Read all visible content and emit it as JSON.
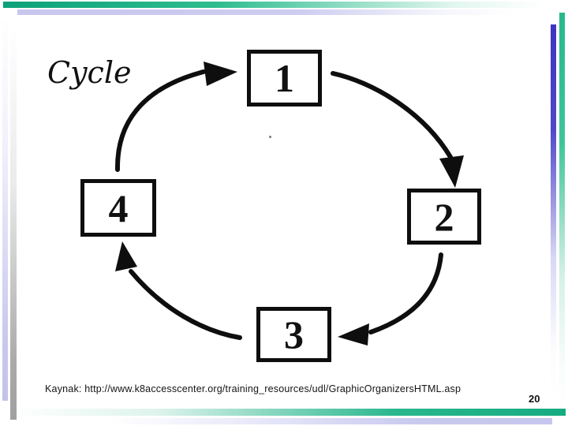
{
  "slide": {
    "page_number": "20",
    "citation": "Kaynak: http://www.k8accesscenter.org/training_resources/udl/GraphicOrganizersHTML.asp"
  },
  "diagram": {
    "type": "cycle",
    "title": "Cycle",
    "nodes": [
      {
        "id": "1",
        "label": "1"
      },
      {
        "id": "2",
        "label": "2"
      },
      {
        "id": "3",
        "label": "3"
      },
      {
        "id": "4",
        "label": "4"
      }
    ],
    "edges": [
      {
        "from": "4",
        "to": "1"
      },
      {
        "from": "1",
        "to": "2"
      },
      {
        "from": "2",
        "to": "3"
      },
      {
        "from": "3",
        "to": "4"
      }
    ]
  },
  "colors": {
    "teal_accent": "#1fb28a",
    "lavender_accent": "#c9c9ef",
    "indigo_accent": "#3c35c0",
    "gray_accent": "#a6a6a6",
    "ink": "#0e0e0e"
  }
}
